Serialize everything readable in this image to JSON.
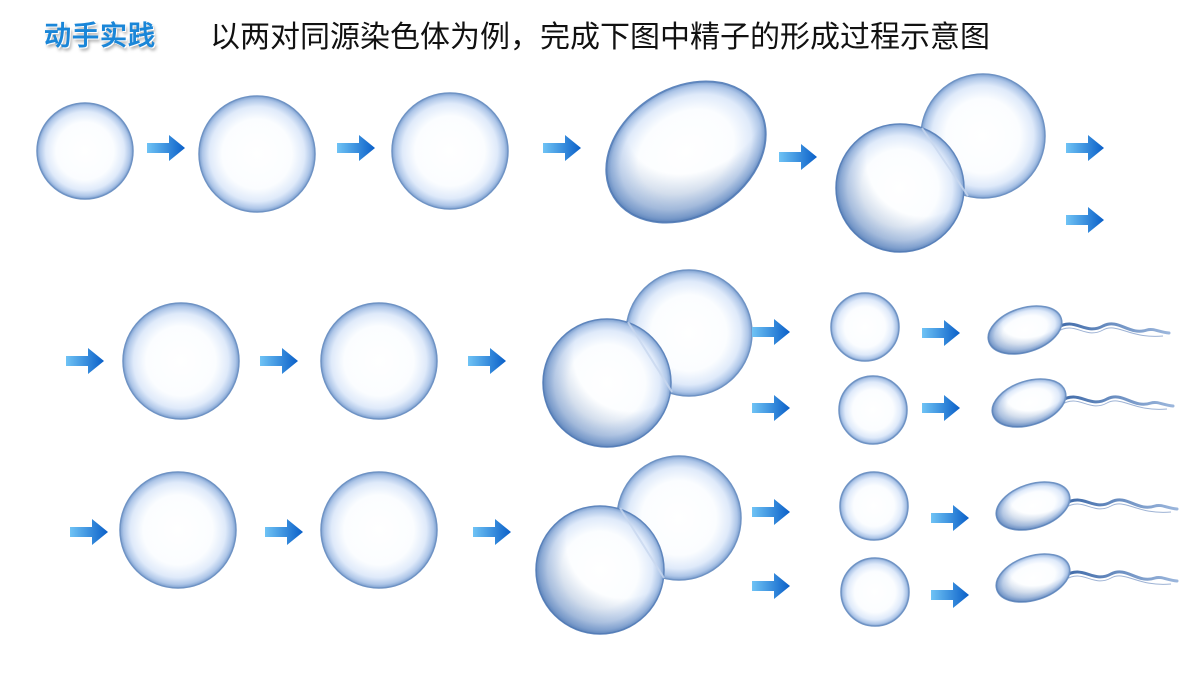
{
  "header": {
    "badge": "动手实践",
    "title": "以两对同源染色体为例，完成下图中精子的形成过程示意图"
  },
  "colors": {
    "badge": "#1a86d8",
    "cell_rim": "#6f93c4",
    "cell_shadow": "#3f6aa8",
    "arrow_light": "#6fc3f5",
    "arrow_dark": "#0a5fc8"
  },
  "diagram": {
    "stages": [
      "round-cell",
      "enlarged-cell",
      "enlarged-cell",
      "elongated-cell",
      "dividing-cell",
      "secondary-cell",
      "secondary-cell",
      "dividing-cell",
      "spermatid",
      "spermatid",
      "spermatid",
      "spermatid",
      "sperm",
      "sperm",
      "sperm",
      "sperm"
    ],
    "icons": [
      "arrow-right-icon"
    ]
  }
}
